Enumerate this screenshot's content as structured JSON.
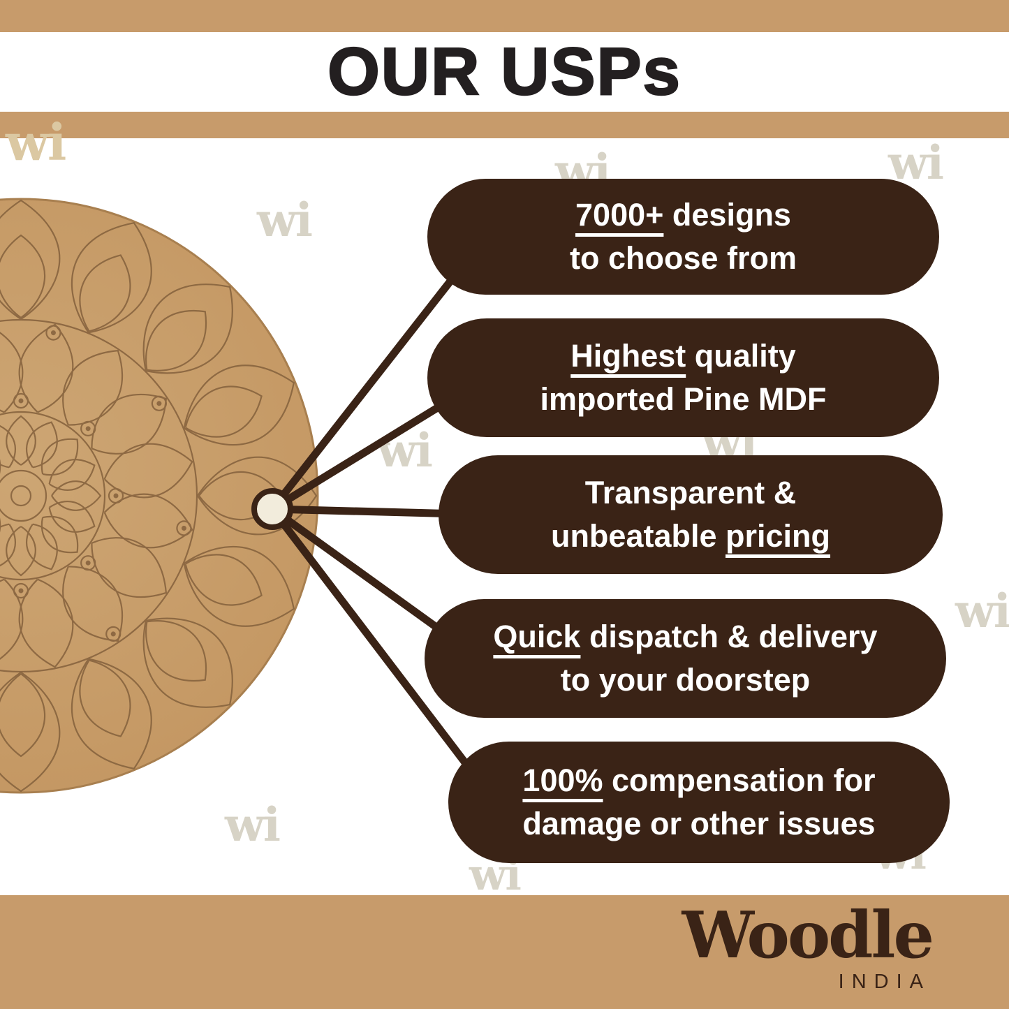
{
  "title": "OUR USPs",
  "watermark": {
    "text": "wi"
  },
  "usps": [
    {
      "lines": [
        {
          "pre": "",
          "u": "7000+",
          "post": " designs"
        },
        {
          "pre": "to choose from",
          "u": "",
          "post": ""
        }
      ]
    },
    {
      "lines": [
        {
          "pre": "",
          "u": "Highest",
          "post": " quality"
        },
        {
          "pre": "imported Pine MDF",
          "u": "",
          "post": ""
        }
      ]
    },
    {
      "lines": [
        {
          "pre": "Transparent &",
          "u": "",
          "post": ""
        },
        {
          "pre": "unbeatable ",
          "u": "pricing",
          "post": ""
        }
      ]
    },
    {
      "lines": [
        {
          "pre": "",
          "u": "Quick",
          "post": " dispatch & delivery"
        },
        {
          "pre": "to your doorstep",
          "u": "",
          "post": ""
        }
      ]
    },
    {
      "lines": [
        {
          "pre": "",
          "u": "100%",
          "post": " compensation for"
        },
        {
          "pre": "damage or other issues",
          "u": "",
          "post": ""
        }
      ]
    }
  ],
  "logo": {
    "name": "Woodle",
    "country": "INDIA"
  },
  "colors": {
    "tan_band": "#c79b6b",
    "pill_brown": "#3a2316",
    "title_black": "#231f20",
    "cream_dot": "#f2ecdc",
    "watermark_gray": "#d7d3c6",
    "mdf_board": "#c9a26e"
  }
}
